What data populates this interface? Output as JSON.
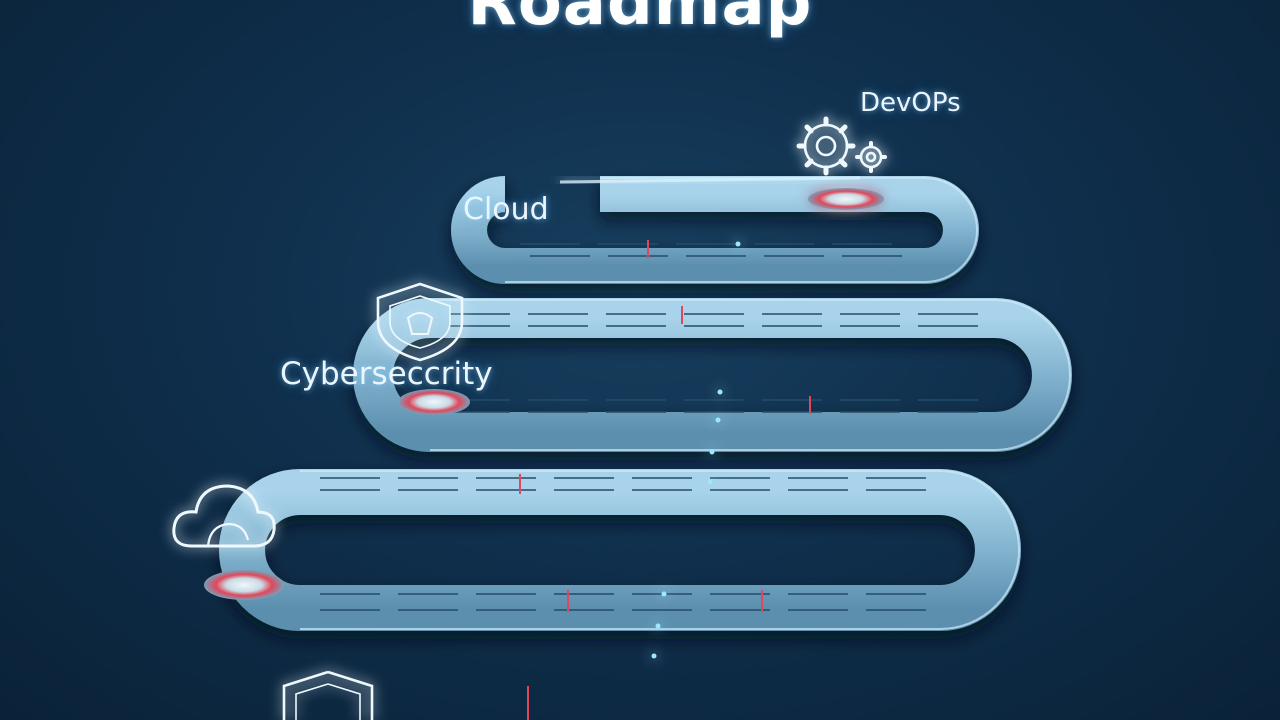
{
  "title": "Roadmap",
  "milestones": [
    {
      "label": "DevOPs",
      "icon": "gears-icon"
    },
    {
      "label": "Cloud",
      "icon": "cloud-icon"
    },
    {
      "label": "Cyberseccrity",
      "icon": "shield-icon"
    }
  ],
  "colors": {
    "background": "#0f2f4c",
    "road": "#7fb2d0",
    "road_edge": "#a9d6ef",
    "glow": "#58c8ff",
    "marker": "#e0475a"
  }
}
